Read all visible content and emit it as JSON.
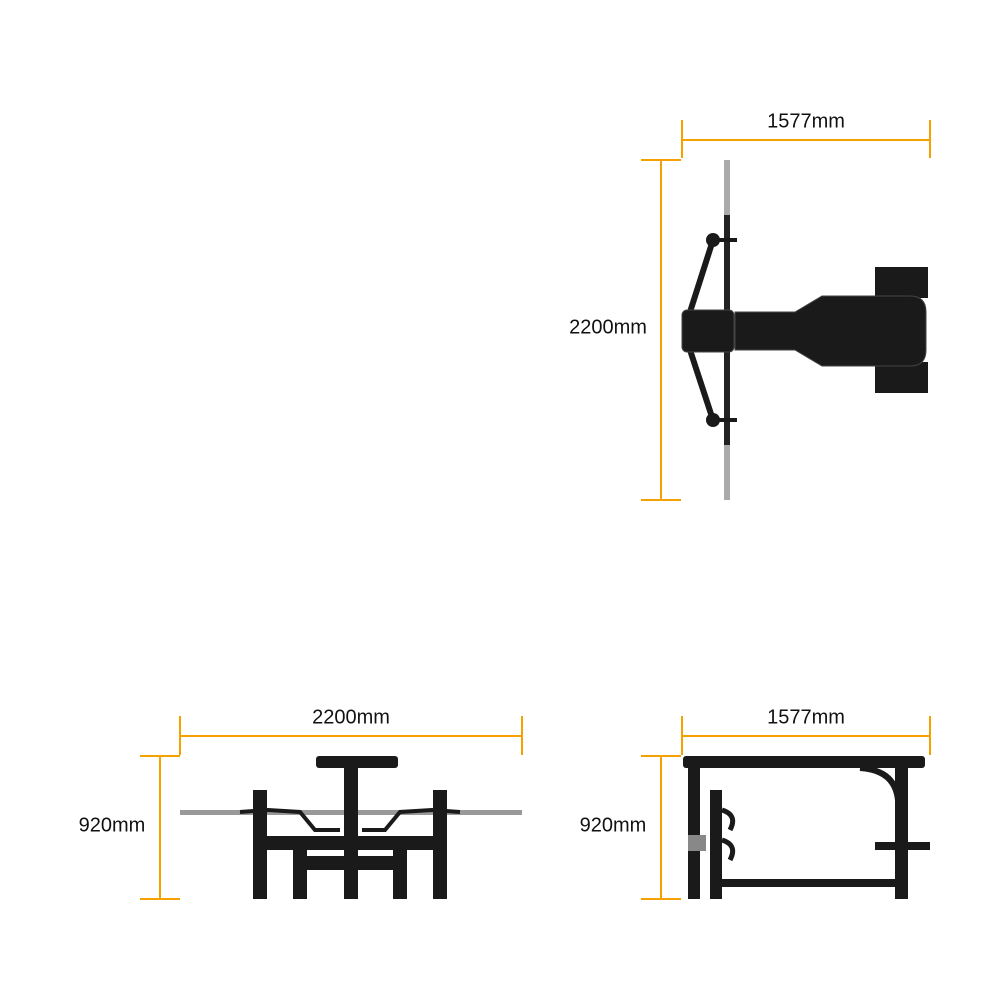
{
  "colors": {
    "dimension": "#F5A100",
    "equipment": "#1a1a1a",
    "bar": "#9a9a9a"
  },
  "top_view": {
    "width_label": "1577mm",
    "length_label": "2200mm"
  },
  "front_view": {
    "width_label": "2200mm",
    "height_label": "920mm"
  },
  "side_view": {
    "width_label": "1577mm",
    "height_label": "920mm"
  }
}
